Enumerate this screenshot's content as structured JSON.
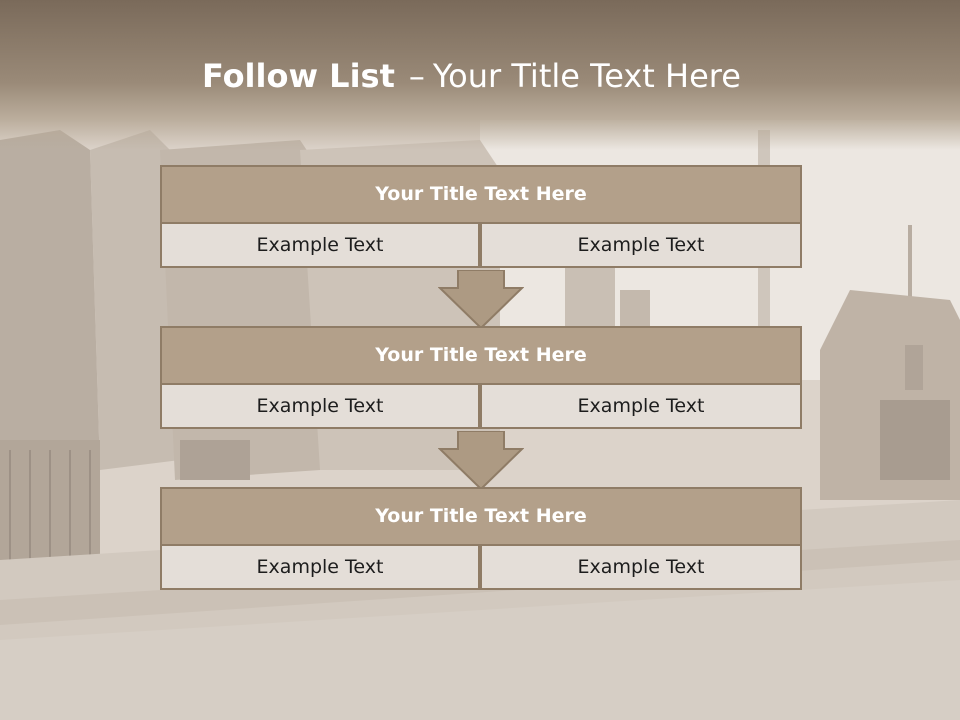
{
  "slide": {
    "title_bold": "Follow List",
    "title_separator": "–",
    "title_rest": "Your Title Text Here"
  },
  "steps": [
    {
      "title": "Your Title Text Here",
      "left": "Example Text",
      "right": "Example Text"
    },
    {
      "title": "Your Title Text Here",
      "left": "Example Text",
      "right": "Example Text"
    },
    {
      "title": "Your Title Text Here",
      "left": "Example Text",
      "right": "Example Text"
    }
  ],
  "colors": {
    "header_fill": "#b3a08a",
    "border": "#8f7c66",
    "cell_fill": "#e4ded8",
    "arrow_fill": "#ad9a83",
    "title_band": "#7a6a5a"
  }
}
